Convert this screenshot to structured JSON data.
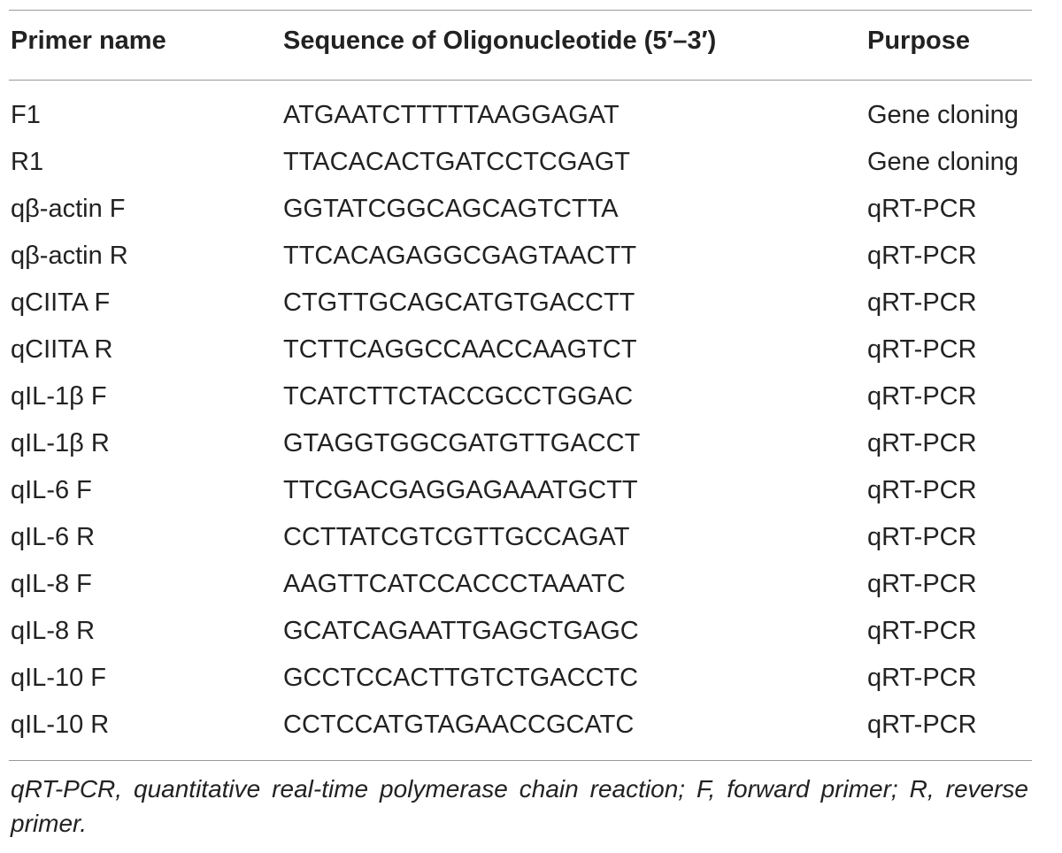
{
  "table": {
    "headers": {
      "primer_name": "Primer name",
      "sequence": "Sequence of Oligonucleotide (5′–3′)",
      "purpose": "Purpose"
    },
    "rows": [
      {
        "name": "F1",
        "sequence": "ATGAATCTTTTTAAGGAGAT",
        "purpose": "Gene cloning"
      },
      {
        "name": "R1",
        "sequence": "TTACACACTGATCCTCGAGT",
        "purpose": "Gene cloning"
      },
      {
        "name": "qβ-actin F",
        "sequence": "GGTATCGGCAGCAGTCTTA",
        "purpose": "qRT-PCR"
      },
      {
        "name": "qβ-actin R",
        "sequence": "TTCACAGAGGCGAGTAACTT",
        "purpose": "qRT-PCR"
      },
      {
        "name": "qCIITA F",
        "sequence": "CTGTTGCAGCATGTGACCTT",
        "purpose": "qRT-PCR"
      },
      {
        "name": "qCIITA R",
        "sequence": "TCTTCAGGCCAACCAAGTCT",
        "purpose": "qRT-PCR"
      },
      {
        "name": "qIL-1β F",
        "sequence": "TCATCTTCTACCGCCTGGAC",
        "purpose": "qRT-PCR"
      },
      {
        "name": "qIL-1β R",
        "sequence": "GTAGGTGGCGATGTTGACCT",
        "purpose": "qRT-PCR"
      },
      {
        "name": "qIL-6 F",
        "sequence": "TTCGACGAGGAGAAATGCTT",
        "purpose": "qRT-PCR"
      },
      {
        "name": "qIL-6 R",
        "sequence": "CCTTATCGTCGTTGCCAGAT",
        "purpose": "qRT-PCR"
      },
      {
        "name": "qIL-8 F",
        "sequence": "AAGTTCATCCACCCTAAATC",
        "purpose": "qRT-PCR"
      },
      {
        "name": "qIL-8 R",
        "sequence": "GCATCAGAATTGAGCTGAGC",
        "purpose": "qRT-PCR"
      },
      {
        "name": "qIL-10 F",
        "sequence": "GCCTCCACTTGTCTGACCTC",
        "purpose": "qRT-PCR"
      },
      {
        "name": "qIL-10 R",
        "sequence": "CCTCCATGTAGAACCGCATC",
        "purpose": "qRT-PCR"
      }
    ],
    "footnote": "qRT-PCR, quantitative real-time polymerase chain reaction; F, forward primer; R, reverse primer."
  }
}
